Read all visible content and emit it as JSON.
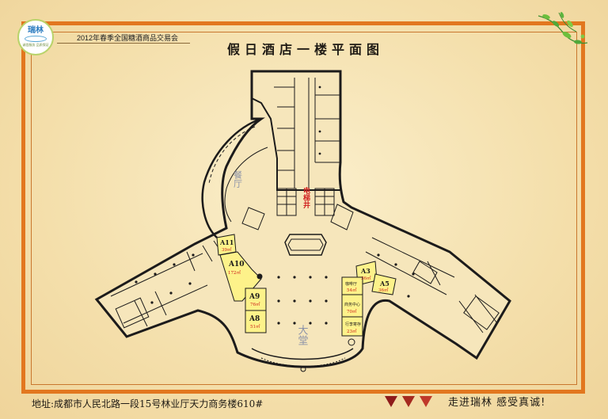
{
  "header": {
    "event_title": "2012年春季全国糖酒商品交易会",
    "plan_title": "假日酒店一楼平面图",
    "logo_text": "瑞林",
    "logo_caption": "诚信服务 品质保证"
  },
  "floor_labels": {
    "restaurant": "餐厅",
    "elevator": "电梯井",
    "lobby": "大堂"
  },
  "rooms": [
    {
      "code": "A11",
      "area": "39㎡"
    },
    {
      "code": "A10",
      "area": "172㎡"
    },
    {
      "code": "A9",
      "area": "76㎡"
    },
    {
      "code": "A8",
      "area": "51㎡"
    },
    {
      "code": "A3",
      "area": "36㎡"
    },
    {
      "code": "A5",
      "area": "36㎡"
    },
    {
      "name": "咖啡厅",
      "area": "54㎡"
    },
    {
      "name": "商务中心",
      "area": "70㎡"
    },
    {
      "name": "行李寄存",
      "area": "23㎡"
    }
  ],
  "footer": {
    "address": "地址:成都市人民北路一段15号林业厅天力商务楼610#",
    "slogan": "走进瑞林 感受真诚!"
  },
  "colors": {
    "frame_orange": "#e2771f",
    "wall": "#1c1b1b",
    "booth_yellow": "#fdf28a",
    "booth_label_red": "#cc1f1a",
    "arrow_maroon": "#8e1b1b"
  }
}
